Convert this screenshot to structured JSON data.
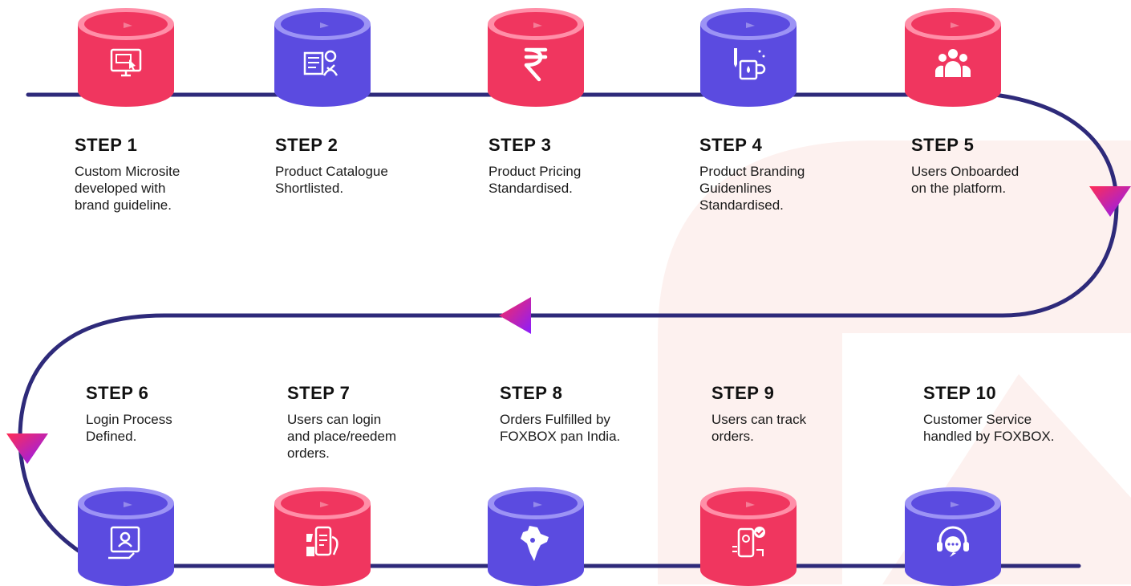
{
  "colors": {
    "line": "#2e2a7a",
    "pink": "#f0365f",
    "pink_top": "#ff8fa8",
    "purple": "#5b4be0",
    "purple_top": "#9c93f5",
    "watermark": "#fdf1ef"
  },
  "steps": [
    {
      "title": "STEP 1",
      "lines": [
        "Custom Microsite",
        "developed with",
        "brand guideline."
      ],
      "icon": "monitor-cursor-icon",
      "color": "pink"
    },
    {
      "title": "STEP 2",
      "lines": [
        "Product Catalogue",
        "Shortlisted."
      ],
      "icon": "catalogue-checklist-icon",
      "color": "purple"
    },
    {
      "title": "STEP 3",
      "lines": [
        "Product Pricing",
        "Standardised."
      ],
      "icon": "rupee-icon",
      "color": "pink"
    },
    {
      "title": "STEP 4",
      "lines": [
        "Product Branding",
        "Guidenlines",
        "Standardised."
      ],
      "icon": "branded-mug-icon",
      "color": "purple"
    },
    {
      "title": "STEP 5",
      "lines": [
        "Users Onboarded",
        "on the platform."
      ],
      "icon": "users-group-icon",
      "color": "pink"
    },
    {
      "title": "STEP 6",
      "lines": [
        "Login Process",
        "Defined."
      ],
      "icon": "login-profile-icon",
      "color": "purple"
    },
    {
      "title": "STEP 7",
      "lines": [
        "Users can login",
        "and place/reedem",
        "orders."
      ],
      "icon": "mobile-order-icon",
      "color": "pink"
    },
    {
      "title": "STEP 8",
      "lines": [
        "Orders Fulfilled by",
        "FOXBOX pan India."
      ],
      "icon": "india-map-icon",
      "color": "purple"
    },
    {
      "title": "STEP 9",
      "lines": [
        "Users can track",
        "orders."
      ],
      "icon": "order-tracking-icon",
      "color": "pink"
    },
    {
      "title": "STEP 10",
      "lines": [
        "Customer Service",
        "handled by FOXBOX."
      ],
      "icon": "customer-support-icon",
      "color": "purple"
    }
  ]
}
